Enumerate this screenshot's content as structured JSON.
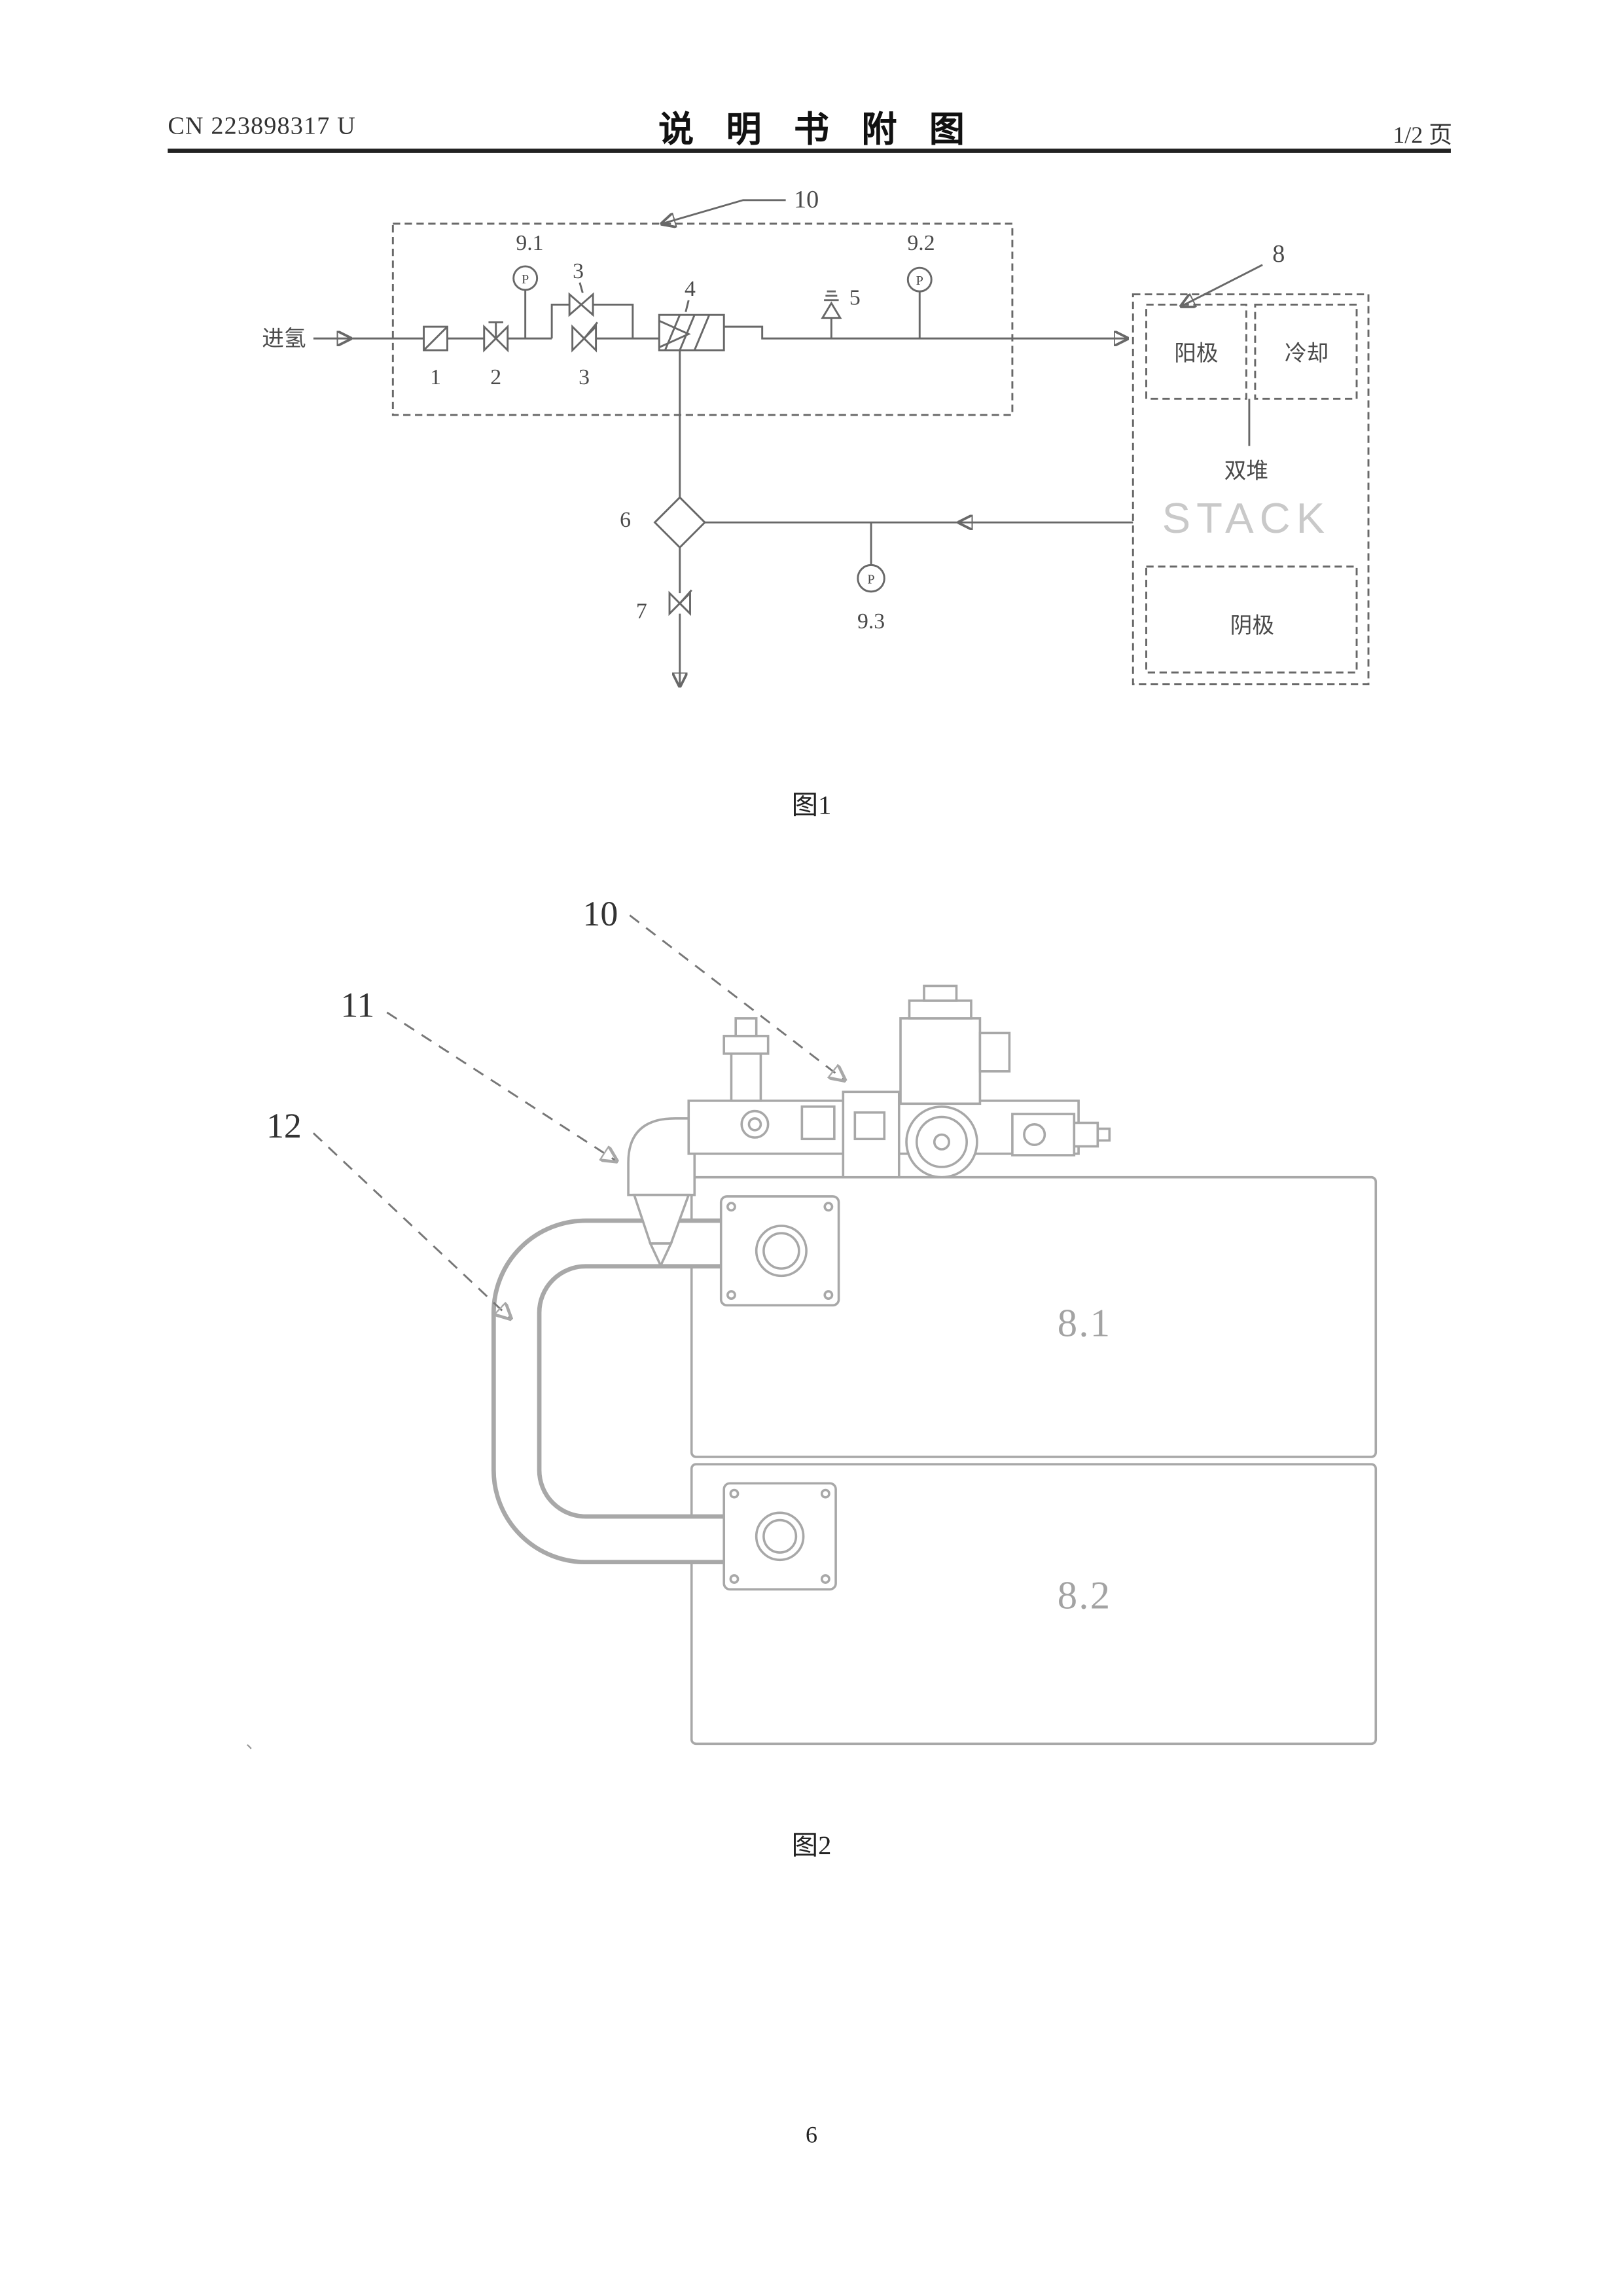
{
  "header": {
    "patent_number": "CN 223898317 U",
    "title": "说明书附图",
    "page_indicator": "1/2 页"
  },
  "footer": {
    "page_number": "6"
  },
  "figure1": {
    "caption": "图1",
    "inlet_label": "进氢",
    "gauge_letter": "P",
    "labels": {
      "n10": "10",
      "n1": "1",
      "n2": "2",
      "n3_top": "3",
      "n3_bottom": "3",
      "n4": "4",
      "n5": "5",
      "n6": "6",
      "n7": "7",
      "n8": "8",
      "n9_1": "9.1",
      "n9_2": "9.2",
      "n9_3": "9.3"
    },
    "stack": {
      "anode": "阳极",
      "cooling": "冷却",
      "dual": "双堆",
      "word": "STACK",
      "cathode": "阴极"
    }
  },
  "figure2": {
    "caption": "图2",
    "stray_mark": "、",
    "labels": {
      "n10": "10",
      "n11": "11",
      "n12": "12",
      "n8_1": "8.1",
      "n8_2": "8.2"
    }
  }
}
